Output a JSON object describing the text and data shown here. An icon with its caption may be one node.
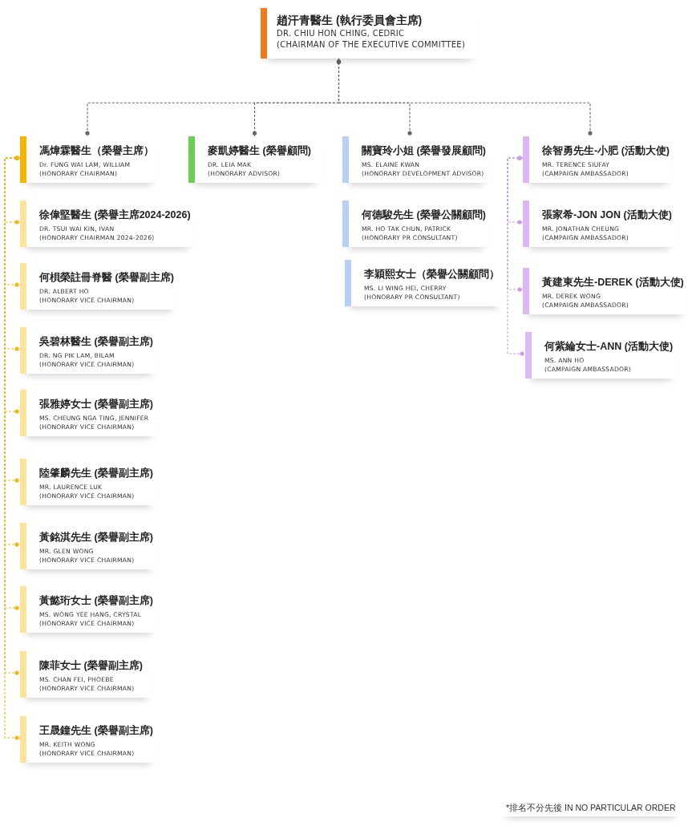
{
  "diagram": {
    "nodes": [
      {
        "text": [
          "趙汗青醫生 (執行委員會主席)",
          "DR. CHIU HON CHING, CEDRIC",
          "(CHAIRMAN OF THE EXECUTIVE COMMITTEE)"
        ]
      },
      {
        "text": [
          "馮煒霖醫生（榮譽主席）",
          "Dr. FUNG WAI LAM, WILLIAM",
          "(HONORARY CHAIRMAN)"
        ]
      },
      {
        "text": [
          "徐偉堅醫生 (榮譽主席2024-2026)",
          "DR. TSUI WAI KIN, IVAN",
          "(HONORARY CHAIRMAN 2024-2026)"
        ]
      },
      {
        "text": [
          "何梖榮註冊脊醫 (榮譽副主席)",
          "DR. ALBERT HO",
          "(HONORARY VICE CHAIRMAN)"
        ]
      },
      {
        "text": [
          "吳碧林醫生 (榮譽副主席)",
          "DR. NG PIK LAM, BILAM",
          "(HONORARY VICE CHAIRMAN)"
        ]
      },
      {
        "text": [
          "張雅婷女士 (榮譽副主席)",
          "MS. CHEUNG NGA TING, JENNIFER",
          "(HONORARY VICE CHAIRMAN)"
        ]
      },
      {
        "text": [
          "陸肇麟先生 (榮譽副主席)",
          "MR. LAURENCE LUK",
          "(HONORARY VICE CHAIRMAN)"
        ]
      },
      {
        "text": [
          "黃銘淇先生 (榮譽副主席)",
          "MR. GLEN WONG",
          "(HONORARY VICE CHAIRMAN)"
        ]
      },
      {
        "text": [
          "黃懿珩女士 (榮譽副主席)",
          "MS. WONG YEE HANG, CRYSTAL",
          "(HONORARY VICE CHAIRMAN)"
        ]
      },
      {
        "text": [
          "陳菲女士 (榮譽副主席)",
          "MS. CHAN FEI, PHOEBE",
          "(HONORARY VICE CHAIRMAN)"
        ]
      },
      {
        "text": [
          "王晟鐘先生 (榮譽副主席)",
          "MR. KEITH WONG",
          "(HONORARY VICE CHAIRMAN)"
        ]
      },
      {
        "text": [
          "麥凱婷醫生 (榮譽顧問)",
          "DR. LEIA MAK",
          "(HONORARY ADVISOR)"
        ]
      },
      {
        "text": [
          "關寶玲小姐 (榮譽發展顧問)",
          "MS. ELAINE KWAN",
          "(HONORARY DEVELOPMENT ADVISOR)"
        ]
      },
      {
        "text": [
          "何德駿先生 (榮譽公關顧問)",
          "MR. HO TAK CHUN, PATRICK",
          "(HONORARY PR CONSULTANT)"
        ]
      },
      {
        "text": [
          "李穎熙女士（榮譽公關顧問）",
          "MS. LI WING HEI, CHERRY",
          "(HONORARY PR CONSULTANT)"
        ]
      },
      {
        "text": [
          "徐智勇先生-小肥 (活動大使)",
          "MR. TERENCE SIUFAY",
          "(CAMPAIGN AMBASSADOR)"
        ]
      },
      {
        "text": [
          "張家希-JON JON (活動大使)",
          "MR. JONATHAN CHEUNG",
          "(CAMPAIGN AMBASSADOR)"
        ]
      },
      {
        "text": [
          "黃建東先生-DEREK (活動大使)",
          "MR. DEREK WONG",
          "(CAMPAIGN AMBASSADOR)"
        ]
      },
      {
        "text": [
          "何紫綸女士-ANN (活動大使)",
          "MS. ANN HO",
          "(CAMPAIGN AMBASSADOR)"
        ]
      }
    ],
    "edges": [
      {
        "from": 0,
        "to": 1,
        "arrow": "other",
        "style": "dashed",
        "color": "#666666"
      },
      {
        "from": 0,
        "to": 11,
        "arrow": "other",
        "style": "dashed",
        "color": "#666666"
      },
      {
        "from": 0,
        "to": 12,
        "arrow": "other",
        "style": "dashed",
        "color": "#666666"
      },
      {
        "from": 0,
        "to": 15,
        "arrow": "other",
        "style": "dashed",
        "color": "#666666"
      },
      {
        "from": 1,
        "to": 2,
        "arrow": "other",
        "style": "dashed"
      },
      {
        "from": 1,
        "to": 3,
        "arrow": "other",
        "style": "dashed"
      },
      {
        "from": 1,
        "to": 4,
        "arrow": "other",
        "style": "dashed"
      },
      {
        "from": 1,
        "to": 5,
        "arrow": "other",
        "style": "dashed"
      },
      {
        "from": 1,
        "to": 6,
        "arrow": "other",
        "style": "dashed"
      },
      {
        "from": 1,
        "to": 7,
        "arrow": "other",
        "style": "dashed"
      },
      {
        "from": 1,
        "to": 8,
        "arrow": "other",
        "style": "dashed"
      },
      {
        "from": 1,
        "to": 9,
        "arrow": "other",
        "style": "dashed"
      },
      {
        "from": 1,
        "to": 10,
        "arrow": "other",
        "style": "dashed"
      },
      {
        "from": 15,
        "to": 16,
        "arrow": "other",
        "style": "dashed",
        "color": "#c99ae8"
      },
      {
        "from": 15,
        "to": 17,
        "arrow": "other",
        "style": "dashed",
        "color": "#c99ae8"
      },
      {
        "from": 15,
        "to": 18,
        "arrow": "other",
        "style": "dashed",
        "color": "#c99ae8"
      }
    ],
    "labels": [
      "*排名不分先後 IN NO PARTICULAR ORDER"
    ]
  }
}
